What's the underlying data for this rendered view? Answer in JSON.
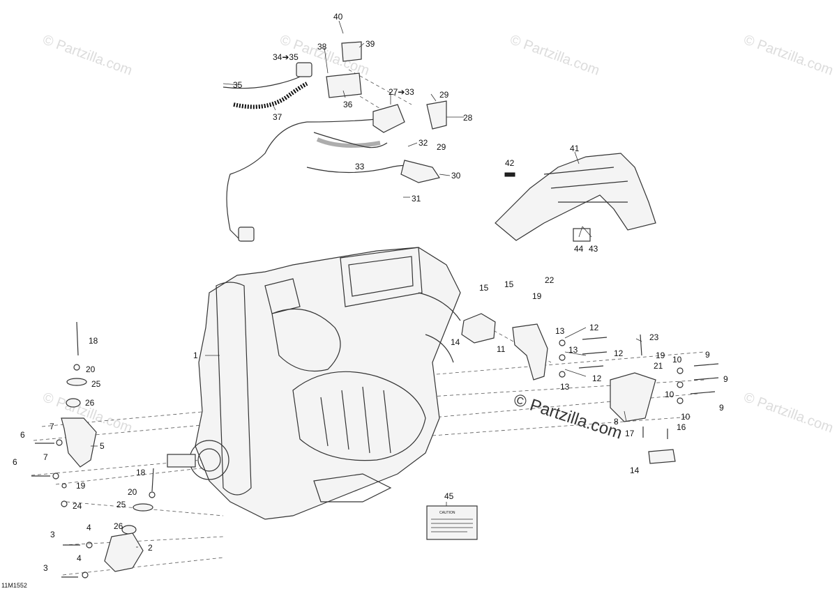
{
  "diagram": {
    "reference_code": "11M1552",
    "watermark_small": "© Partzilla.com",
    "watermark_big": "© Partzilla.com",
    "caution_label": "CAUTION",
    "callouts": [
      {
        "id": "c40",
        "label": "40"
      },
      {
        "id": "c39",
        "label": "39"
      },
      {
        "id": "c38",
        "label": "38"
      },
      {
        "id": "c34",
        "label": "34➔35"
      },
      {
        "id": "c35",
        "label": "35"
      },
      {
        "id": "c36",
        "label": "36"
      },
      {
        "id": "c27",
        "label": "27➔33"
      },
      {
        "id": "c29a",
        "label": "29"
      },
      {
        "id": "c28",
        "label": "28"
      },
      {
        "id": "c29b",
        "label": "29"
      },
      {
        "id": "c37",
        "label": "37"
      },
      {
        "id": "c32",
        "label": "32"
      },
      {
        "id": "c33",
        "label": "33"
      },
      {
        "id": "c30",
        "label": "30"
      },
      {
        "id": "c31",
        "label": "31"
      },
      {
        "id": "c41",
        "label": "41"
      },
      {
        "id": "c42",
        "label": "42"
      },
      {
        "id": "c44",
        "label": "44"
      },
      {
        "id": "c43",
        "label": "43"
      },
      {
        "id": "c15a",
        "label": "15"
      },
      {
        "id": "c15b",
        "label": "15"
      },
      {
        "id": "c22",
        "label": "22"
      },
      {
        "id": "c19a",
        "label": "19"
      },
      {
        "id": "c14a",
        "label": "14"
      },
      {
        "id": "c11",
        "label": "11"
      },
      {
        "id": "c13a",
        "label": "13"
      },
      {
        "id": "c12a",
        "label": "12"
      },
      {
        "id": "c13b",
        "label": "13"
      },
      {
        "id": "c12b",
        "label": "12"
      },
      {
        "id": "c13c",
        "label": "13"
      },
      {
        "id": "c12c",
        "label": "12"
      },
      {
        "id": "c23",
        "label": "23"
      },
      {
        "id": "c19b",
        "label": "19"
      },
      {
        "id": "c21",
        "label": "21"
      },
      {
        "id": "c9a",
        "label": "9"
      },
      {
        "id": "c10a",
        "label": "10"
      },
      {
        "id": "c9b",
        "label": "9"
      },
      {
        "id": "c10b",
        "label": "10"
      },
      {
        "id": "c10c",
        "label": "10"
      },
      {
        "id": "c9c",
        "label": "9"
      },
      {
        "id": "c8",
        "label": "8"
      },
      {
        "id": "c17",
        "label": "17"
      },
      {
        "id": "c16",
        "label": "16"
      },
      {
        "id": "c14b",
        "label": "14"
      },
      {
        "id": "c1",
        "label": "1"
      },
      {
        "id": "c18a",
        "label": "18"
      },
      {
        "id": "c20a",
        "label": "20"
      },
      {
        "id": "c25a",
        "label": "25"
      },
      {
        "id": "c26a",
        "label": "26"
      },
      {
        "id": "c7a",
        "label": "7"
      },
      {
        "id": "c6a",
        "label": "6"
      },
      {
        "id": "c5",
        "label": "5"
      },
      {
        "id": "c7b",
        "label": "7"
      },
      {
        "id": "c6b",
        "label": "6"
      },
      {
        "id": "c19c",
        "label": "19"
      },
      {
        "id": "c24",
        "label": "24"
      },
      {
        "id": "c18b",
        "label": "18"
      },
      {
        "id": "c20b",
        "label": "20"
      },
      {
        "id": "c25b",
        "label": "25"
      },
      {
        "id": "c26b",
        "label": "26"
      },
      {
        "id": "c4a",
        "label": "4"
      },
      {
        "id": "c3a",
        "label": "3"
      },
      {
        "id": "c2",
        "label": "2"
      },
      {
        "id": "c4b",
        "label": "4"
      },
      {
        "id": "c3b",
        "label": "3"
      },
      {
        "id": "c45",
        "label": "45"
      }
    ]
  }
}
